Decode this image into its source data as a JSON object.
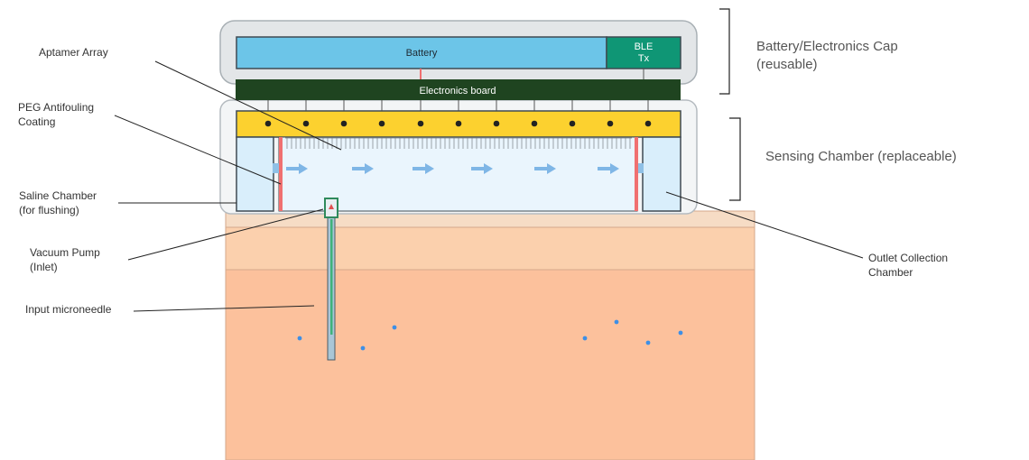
{
  "components": {
    "battery": "Battery",
    "ble_tx": [
      "BLE",
      "Tx"
    ],
    "electronics_board": "Electronics board"
  },
  "callouts": {
    "aptamer_array": "Aptamer Array",
    "peg_coating": [
      "PEG Antifouling",
      "Coating"
    ],
    "saline_chamber": [
      "Saline Chamber",
      "(for flushing)"
    ],
    "vacuum_pump": [
      "Vacuum Pump",
      "(Inlet)"
    ],
    "input_microneedle": "Input microneedle",
    "outlet_chamber": [
      "Outlet Collection",
      "Chamber"
    ]
  },
  "brackets": {
    "cap": [
      "Battery/Electronics Cap",
      "(reusable)"
    ],
    "sensing": "Sensing Chamber (replaceable)"
  },
  "colors": {
    "cap_housing": "#e3e6e8",
    "battery": "#6cc5e8",
    "ble": "#0f9675",
    "board": "#1f4420",
    "aptamer_bar": "#fcd12f",
    "chamber_fill": "#eaf5fd",
    "saline_fill": "#d9eefb",
    "peg": "#f07070",
    "flow_arrow": "#7fb6e6",
    "skin_top": "#f6dcc5",
    "skin_mid": "#fbd0ad",
    "skin_deep": "#fcc19c",
    "needle": "#3fb27a",
    "particle": "#3d8fe6"
  }
}
